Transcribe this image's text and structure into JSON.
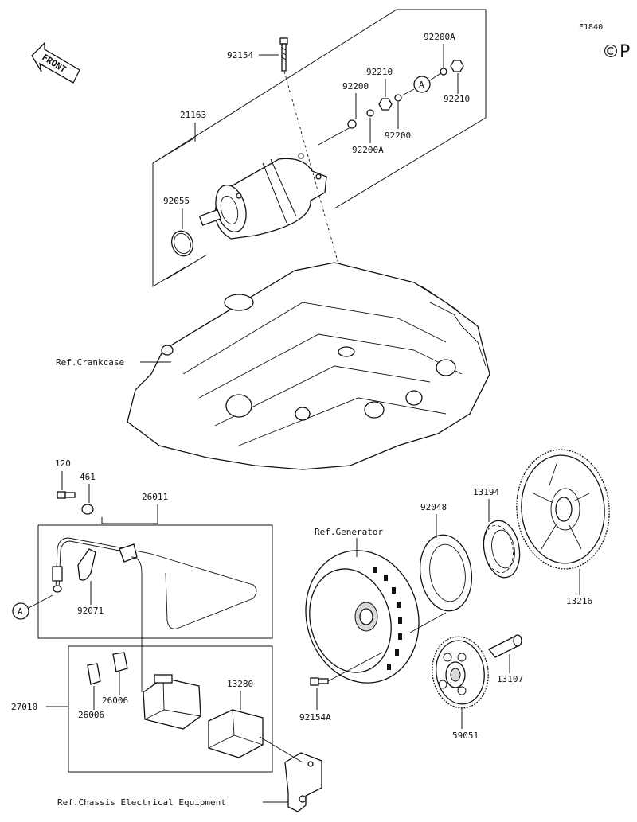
{
  "diagram_code": "E1840",
  "copyright_mark": "©P",
  "front_arrow_label": "FRONT",
  "labels": {
    "p92154": "92154",
    "p92200A_top": "92200A",
    "p92210_a": "92210",
    "p92200_a": "92200",
    "p92210_b": "92210",
    "p92200_b": "92200",
    "p92200A_b": "92200A",
    "p21163": "21163",
    "p92055": "92055",
    "ref_crankcase": "Ref.Crankcase",
    "p120": "120",
    "p461": "461",
    "p26011": "26011",
    "p92071": "92071",
    "p27010": "27010",
    "p26006_a": "26006",
    "p26006_b": "26006",
    "p13280": "13280",
    "ref_chassis": "Ref.Chassis Electrical Equipment",
    "ref_generator": "Ref.Generator",
    "p92048": "92048",
    "p13194": "13194",
    "p13216": "13216",
    "p13107": "13107",
    "p92154A": "92154A",
    "p59051": "59051"
  },
  "callouts": {
    "a_top": "A",
    "a_left": "A"
  }
}
